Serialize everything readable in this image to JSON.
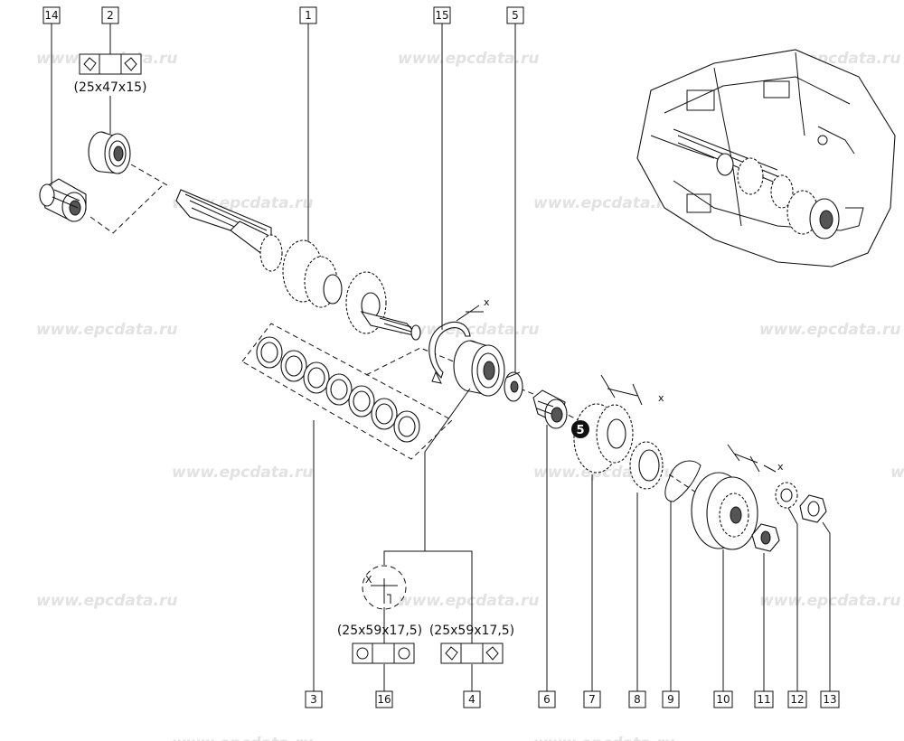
{
  "watermark_text": "www.epcdata.ru",
  "callouts": {
    "p1": "1",
    "p2": "2",
    "p3": "3",
    "p4": "4",
    "p5": "5",
    "p6": "6",
    "p7": "7",
    "p8": "8",
    "p9": "9",
    "p10": "10",
    "p11": "11",
    "p12": "12",
    "p13": "13",
    "p14": "14",
    "p15": "15",
    "p16": "16"
  },
  "dimensions": {
    "bearing_2": "(25x47x15)",
    "bearing_16": "(25x59x17,5)",
    "bearing_4": "(25x59x17,5)"
  },
  "marks": {
    "x_circlip": "x",
    "x_gear": "x",
    "x_nut": "x",
    "x_detail": "X",
    "gear_number": "5"
  }
}
